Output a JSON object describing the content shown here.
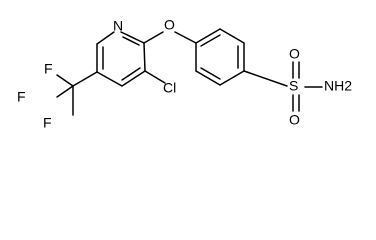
{
  "molecule": {
    "atoms": {
      "n_pyridine": "N",
      "o_ether": "O",
      "cl": "Cl",
      "f_top": "F",
      "f_left": "F",
      "f_bottom": "F",
      "s": "S",
      "o_sulfonyl_top": "O",
      "o_sulfonyl_bottom": "O",
      "nh2": "NH2"
    }
  },
  "colors": {
    "bond": "#000000",
    "label": "#000000",
    "background": "#ffffff"
  }
}
